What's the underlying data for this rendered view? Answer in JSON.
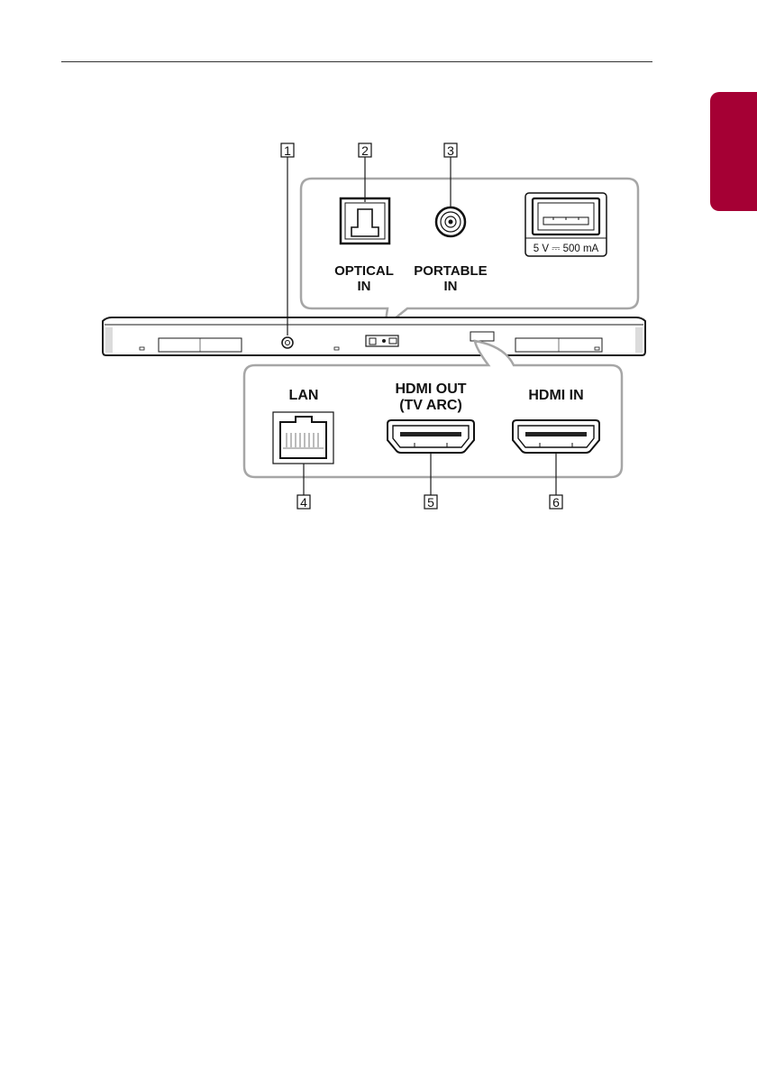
{
  "colors": {
    "accent": "#a50034",
    "panel_stroke": "#a6a6a6",
    "line": "#1a1a1a"
  },
  "top_panel": {
    "optical_label_1": "OPTICAL",
    "optical_label_2": "IN",
    "portable_label_1": "PORTABLE",
    "portable_label_2": "IN",
    "usb_rating": "5 V ⎓ 500 mA"
  },
  "bottom_panel": {
    "lan_label": "LAN",
    "hdmi_out_label_1": "HDMI OUT",
    "hdmi_out_label_2": "(TV ARC)",
    "hdmi_in_label": "HDMI IN"
  },
  "callouts": [
    "1",
    "2",
    "3",
    "4",
    "5",
    "6"
  ]
}
